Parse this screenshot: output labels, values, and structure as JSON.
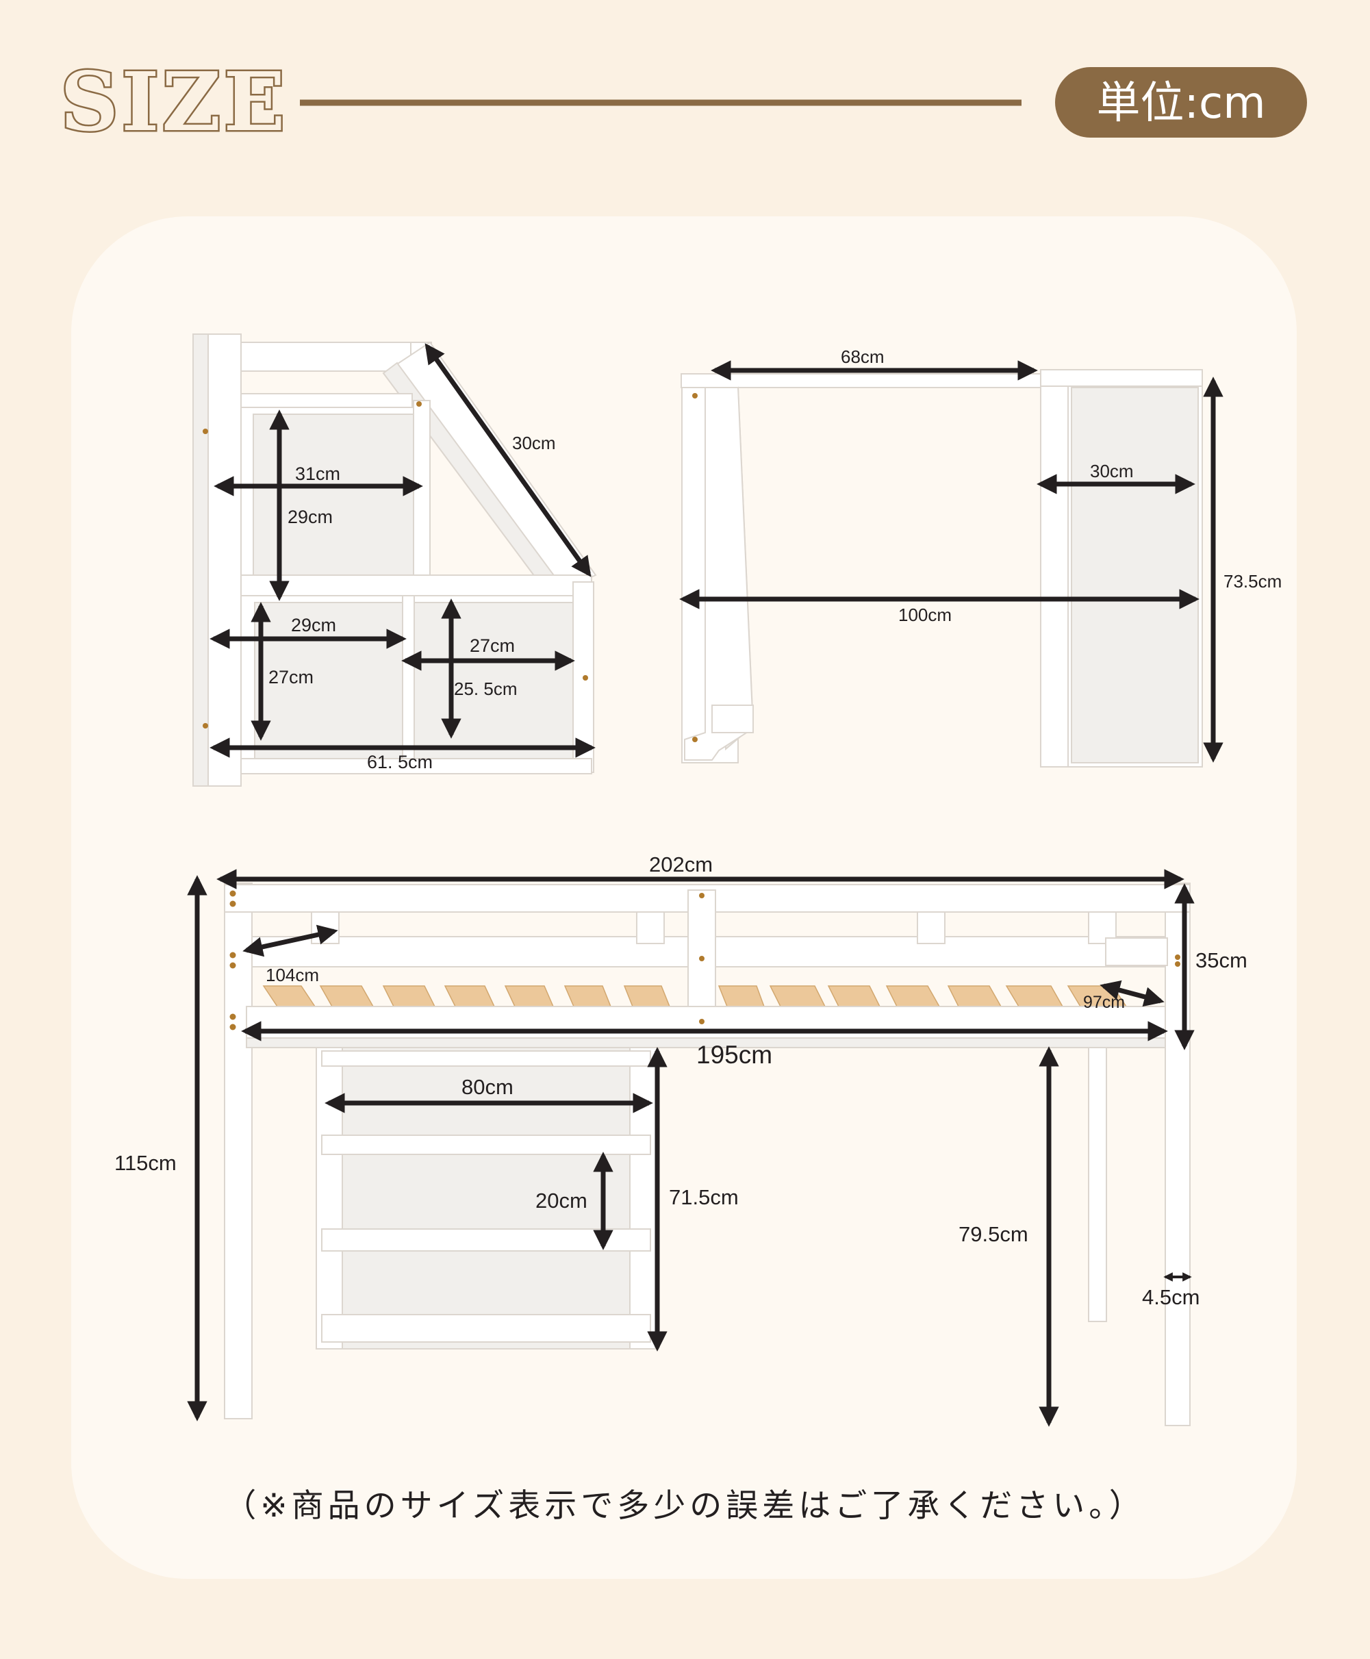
{
  "header": {
    "title": "SIZE",
    "unit_badge": "単位:cm"
  },
  "colors": {
    "background": "#fbf1e3",
    "card": "#fef9f2",
    "accent_brown": "#8a6a44",
    "title_fill": "#fbf1e3",
    "badge_text": "#ffffff",
    "dimension": "#231f20",
    "slat_wood": "#ecc89a"
  },
  "stairs": {
    "dims": {
      "slope": "30cm",
      "top_width": "31cm",
      "top_height": "29cm",
      "mid_left_width": "29cm",
      "mid_right_width": "27cm",
      "low_left_height": "27cm",
      "low_right_height": "25. 5cm",
      "total_width": "61. 5cm"
    }
  },
  "desk": {
    "dims": {
      "top_width": "68cm",
      "shelf_depth": "30cm",
      "total_width": "100cm",
      "height": "73.5cm"
    }
  },
  "bed": {
    "dims": {
      "total_length": "202cm",
      "inner_length": "195cm",
      "guard_height": "35cm",
      "left_width": "104cm",
      "right_width": "97cm",
      "total_height": "115cm",
      "under_clearance": "79.5cm",
      "post_width": "4.5cm",
      "shelf_width": "80cm",
      "shelf_spacing": "20cm",
      "shelf_height": "71.5cm"
    }
  },
  "footer": {
    "note": "（※商品のサイズ表示で多少の誤差はご了承ください。）"
  }
}
